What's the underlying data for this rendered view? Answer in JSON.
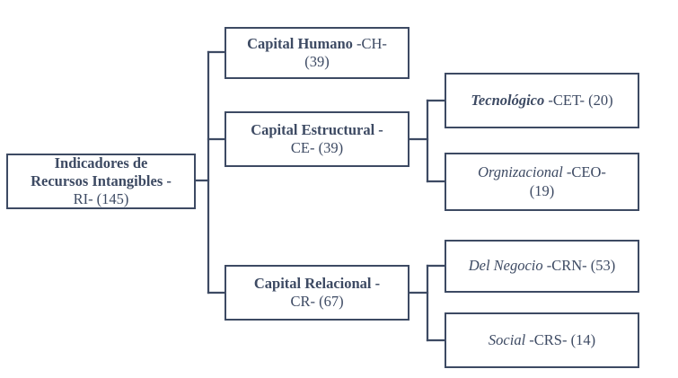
{
  "diagram": {
    "title": "Indicadores de Recursos Intangibles",
    "type": "hierarchy-tree",
    "orientation": "left-to-right",
    "colors": {
      "border": "#3d4a63",
      "text": "#3d4a63",
      "fill": "#ffffff",
      "background": "#ffffff"
    },
    "nodes": {
      "root": {
        "name_line1": "Indicadores de",
        "name_line2": "Recursos Intangibles -",
        "code_and_count": "RI- (145)",
        "code": "RI",
        "count": 145
      },
      "capital_humano": {
        "name": "Capital Humano",
        "code_inline": " -CH-",
        "count_line": "(39)",
        "code": "CH",
        "count": 39
      },
      "capital_estructural": {
        "name": "Capital Estructural -",
        "code_and_count": "CE- (39)",
        "code": "CE",
        "count": 39
      },
      "capital_relacional": {
        "name": "Capital Relacional -",
        "code_and_count": "CR- (67)",
        "code": "CR",
        "count": 67
      },
      "tecnologico": {
        "name": "Tecnológico",
        "code_and_count": " -CET- (20)",
        "code": "CET",
        "count": 20
      },
      "orgnizacional": {
        "name": "Orgnizacional",
        "code_inline": " -CEO-",
        "count_line": "(19)",
        "code": "CEO",
        "count": 19
      },
      "del_negocio": {
        "name": "Del Negocio",
        "code_and_count": " -CRN- (53)",
        "code": "CRN",
        "count": 53
      },
      "social": {
        "name": "Social",
        "code_and_count": " -CRS- (14)",
        "code": "CRS",
        "count": 14
      }
    }
  }
}
